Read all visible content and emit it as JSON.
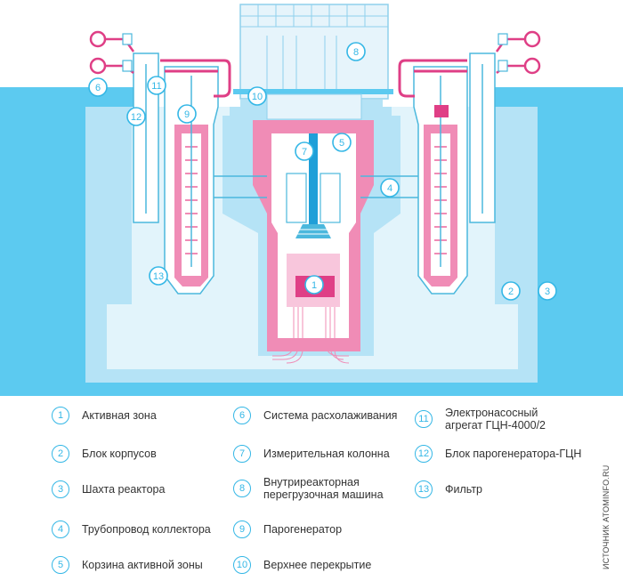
{
  "legend": [
    {
      "num": "1",
      "text": "Активная зона"
    },
    {
      "num": "2",
      "text": "Блок корпусов"
    },
    {
      "num": "3",
      "text": "Шахта реактора"
    },
    {
      "num": "4",
      "text": "Трубопровод коллектора"
    },
    {
      "num": "5",
      "text": "Корзина активной зоны"
    },
    {
      "num": "6",
      "text": "Система расхолаживания"
    },
    {
      "num": "7",
      "text": "Измерительная колонна"
    },
    {
      "num": "8",
      "text": "Внутриреакторная\nперегрузочная машина"
    },
    {
      "num": "9",
      "text": "Парогенератор"
    },
    {
      "num": "10",
      "text": "Верхнее перекрытие"
    },
    {
      "num": "11",
      "text": "Электронасосный\nагрегат ГЦН-4000/2"
    },
    {
      "num": "12",
      "text": "Блок парогенератора-ГЦН"
    },
    {
      "num": "13",
      "text": "Фильтр"
    }
  ],
  "callouts": [
    "1",
    "2",
    "3",
    "4",
    "5",
    "6",
    "7",
    "8",
    "9",
    "10",
    "11",
    "12",
    "13"
  ],
  "source": "ИСТОЧНИК ATOMINFO.RU",
  "colors": {
    "shaft": "#5ccaf0",
    "block": "#b5e3f6",
    "pale": "#e2f4fb",
    "line": "#4bb8dd",
    "pink": "#f08cb6",
    "pink_light": "#f8c6dc",
    "pink_dark": "#df3f86",
    "blue": "#1f9fd8",
    "number": "#34b7e6"
  }
}
